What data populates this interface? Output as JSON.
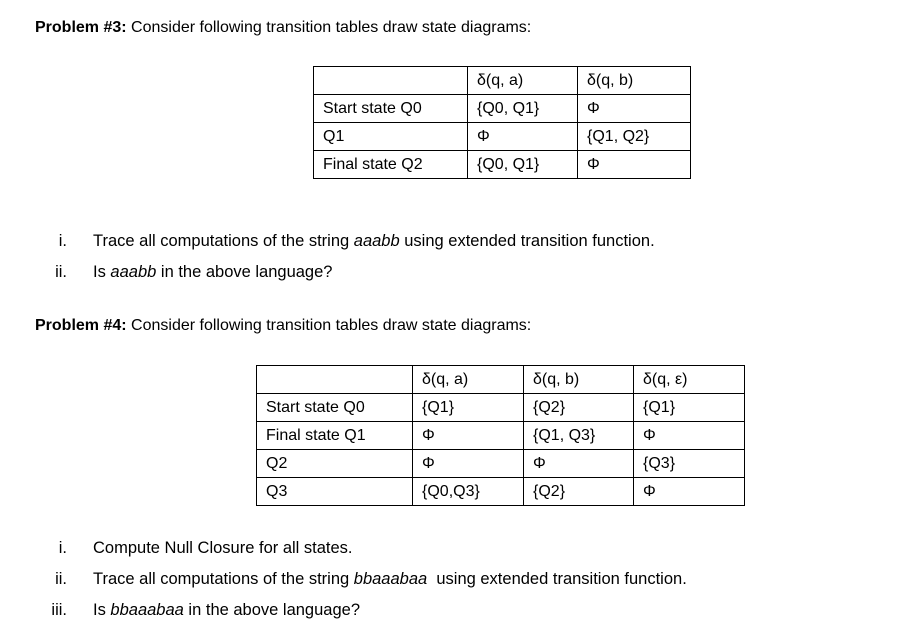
{
  "page": {
    "background": "#ffffff",
    "text_color": "#000000",
    "border_color": "#000000"
  },
  "problem3": {
    "heading": {
      "label": "Problem #3:",
      "text": " Consider following transition tables draw state diagrams:"
    },
    "table": {
      "rows": [
        [
          "",
          "δ(q, a)",
          "δ(q, b)"
        ],
        [
          "Start state Q0",
          "{Q0, Q1}",
          "Φ"
        ],
        [
          "Q1",
          "Φ",
          "{Q1, Q2}"
        ],
        [
          "Final state Q2",
          "{Q0, Q1}",
          "Φ"
        ]
      ]
    },
    "items": [
      {
        "num": "i.",
        "prefix": "Trace all computations of the string ",
        "emph": "aaabb",
        "suffix": " using extended transition function."
      },
      {
        "num": "ii.",
        "prefix": "Is ",
        "emph": "aaabb",
        "suffix": " in the above language?"
      }
    ]
  },
  "problem4": {
    "heading": {
      "label": "Problem #4:",
      "text": " Consider following transition tables draw state diagrams:"
    },
    "table": {
      "rows": [
        [
          "",
          "δ(q, a)",
          "δ(q, b)",
          "δ(q, ε)"
        ],
        [
          "Start state Q0",
          "{Q1}",
          "{Q2}",
          "{Q1}"
        ],
        [
          "Final state Q1",
          "Φ",
          "{Q1, Q3}",
          "Φ"
        ],
        [
          "Q2",
          "Φ",
          "Φ",
          "{Q3}"
        ],
        [
          "Q3",
          "{Q0,Q3}",
          "{Q2}",
          "Φ"
        ]
      ]
    },
    "items": [
      {
        "num": "i.",
        "prefix": "Compute Null Closure for all states.",
        "emph": "",
        "suffix": ""
      },
      {
        "num": "ii.",
        "prefix": "Trace all computations of the string ",
        "emph": "bbaaabaa",
        "suffix": "  using extended transition function."
      },
      {
        "num": "iii.",
        "prefix": "Is ",
        "emph": "bbaaabaa",
        "suffix": " in the above language?"
      }
    ]
  }
}
